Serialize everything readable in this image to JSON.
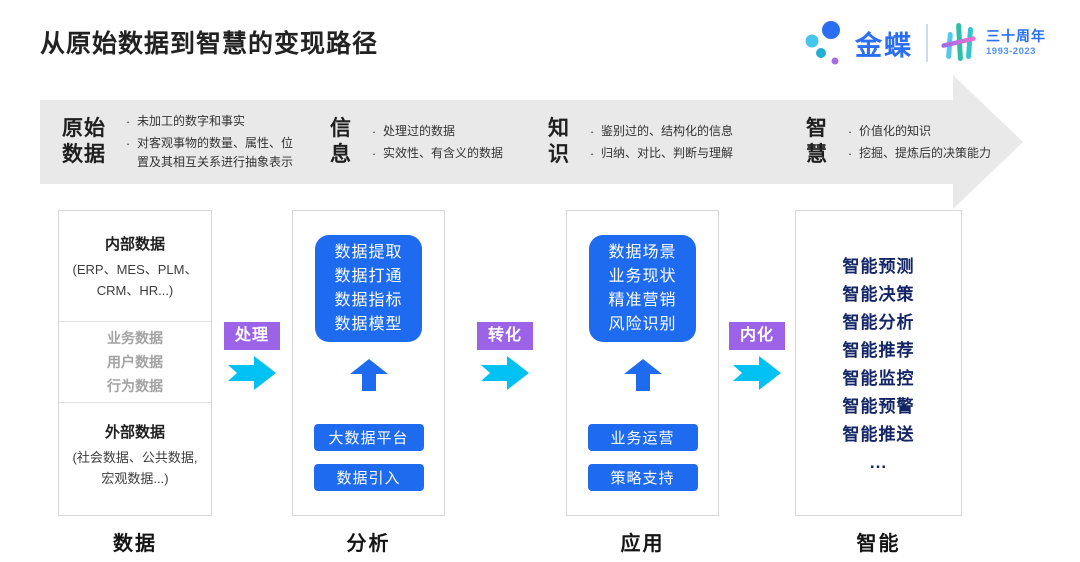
{
  "title": "从原始数据到智慧的变现路径",
  "logo": {
    "brand": "金蝶",
    "anniversary": "三十周年",
    "years": "1993-2023"
  },
  "banner": {
    "bullet": "·",
    "stages": [
      {
        "label_line1": "原始",
        "label_line2": "数据",
        "points": [
          "未加工的数字和事实",
          "对客观事物的数量、属性、位置及其相互关系进行抽象表示"
        ]
      },
      {
        "label_line1": "信",
        "label_line2": "息",
        "points": [
          "处理过的数据",
          "实效性、有含义的数据"
        ]
      },
      {
        "label_line1": "知",
        "label_line2": "识",
        "points": [
          "鉴别过的、结构化的信息",
          "归纳、对比、判断与理解"
        ]
      },
      {
        "label_line1": "智",
        "label_line2": "慧",
        "points": [
          "价值化的知识",
          "挖掘、提炼后的决策能力"
        ]
      }
    ]
  },
  "data_column": {
    "internal": {
      "title": "内部数据",
      "lines": [
        "(ERP、MES、PLM、",
        "CRM、HR...)"
      ]
    },
    "middle": {
      "lines": [
        "业务数据",
        "用户数据",
        "行为数据"
      ]
    },
    "external": {
      "title": "外部数据",
      "lines": [
        "(社会数据、公共数据,",
        "宏观数据...)"
      ]
    }
  },
  "analysis_column": {
    "main_lines": [
      "数据提取",
      "数据打通",
      "数据指标",
      "数据模型"
    ],
    "sub_boxes": [
      "大数据平台",
      "数据引入"
    ]
  },
  "application_column": {
    "main_lines": [
      "数据场景",
      "业务现状",
      "精准营销",
      "风险识别"
    ],
    "sub_boxes": [
      "业务运营",
      "策略支持"
    ]
  },
  "intelligence_column": {
    "items": [
      "智能预测",
      "智能决策",
      "智能分析",
      "智能推荐",
      "智能监控",
      "智能预警",
      "智能推送",
      "..."
    ]
  },
  "transitions": [
    {
      "label": "处理"
    },
    {
      "label": "转化"
    },
    {
      "label": "内化"
    }
  ],
  "footer_labels": [
    "数据",
    "分析",
    "应用",
    "智能"
  ],
  "colors": {
    "primary_blue": "#1f6bf0",
    "navy_text": "#132566",
    "purple_label": "#9c63e9",
    "cyan_arrow": "#00c1f2",
    "band_gray": "#e9e9e9",
    "brand_blue": "#2a6ff2"
  }
}
